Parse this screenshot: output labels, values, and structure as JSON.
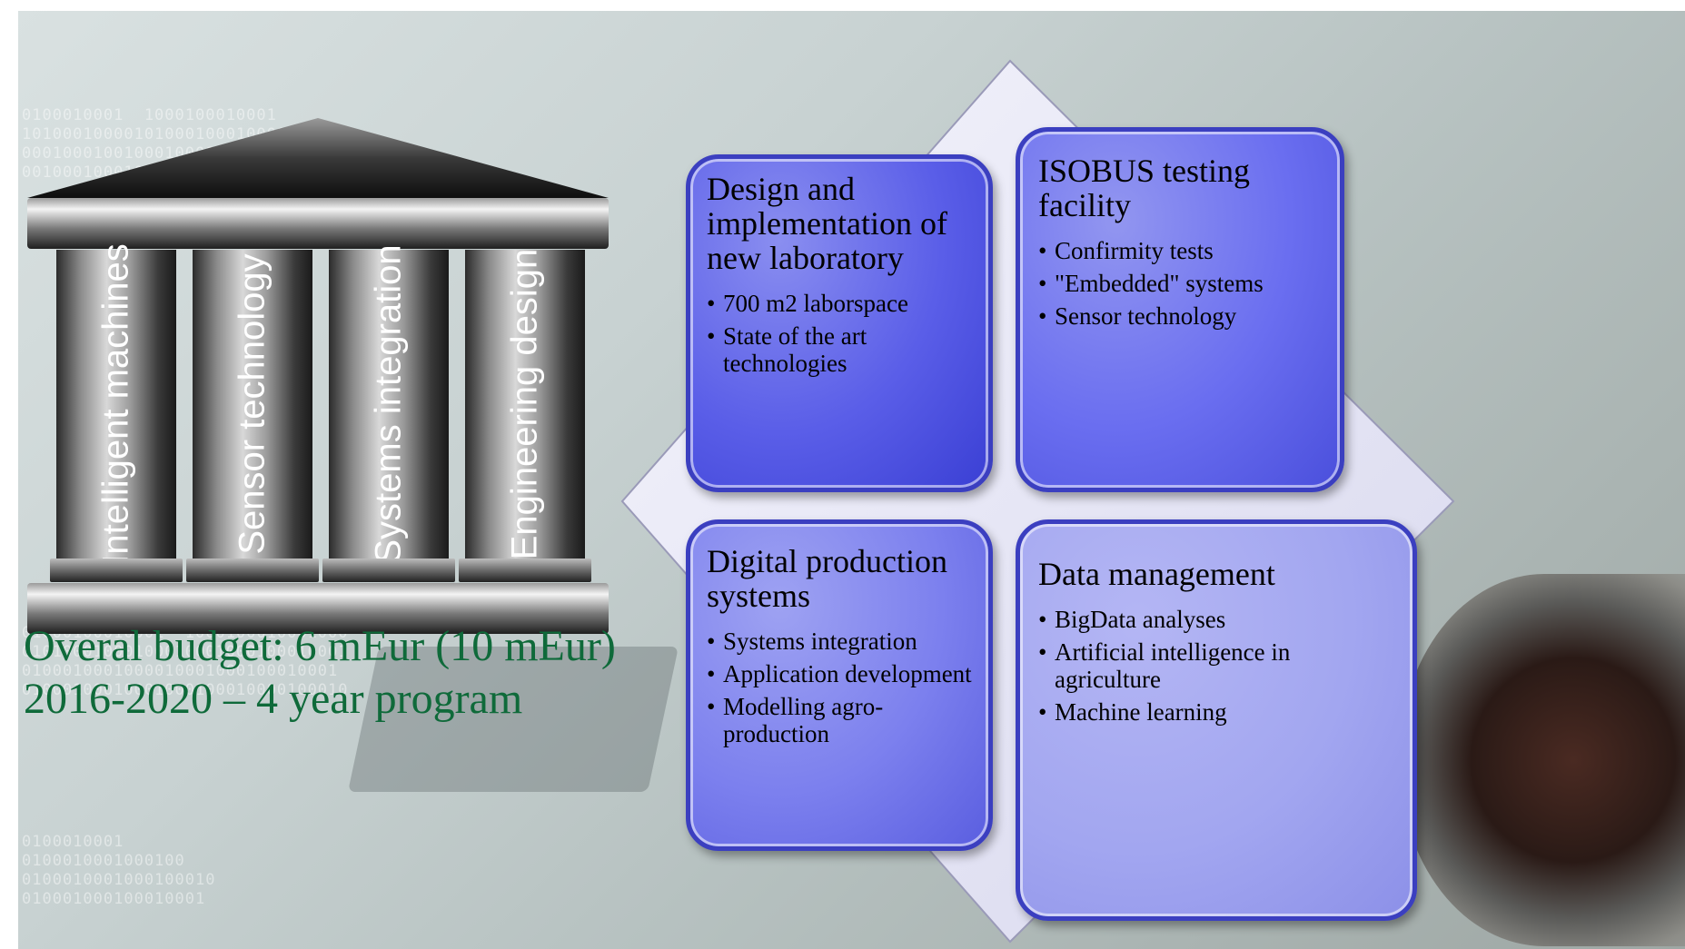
{
  "pillars": {
    "columns": [
      "Intelligent machines",
      "Sensor technology",
      "Systems integration",
      "Engineering design"
    ]
  },
  "budget": {
    "line1": "Overal budget: 6 mEur (10 mEur)",
    "line2": "2016-2020 – 4 year program"
  },
  "quadrants": [
    {
      "title": "Design  and implementation of new laboratory",
      "items": [
        "700 m2 laborspace",
        "State of the art technologies"
      ]
    },
    {
      "title": "ISOBUS testing facility",
      "items": [
        "Confirmity tests",
        "\"Embedded\" systems",
        "Sensor technology"
      ]
    },
    {
      "title": "Digital production systems",
      "items": [
        "Systems integration",
        "Application development",
        "Modelling agro-production"
      ]
    },
    {
      "title": "Data management",
      "items": [
        "BigData analyses",
        "Artificial intelligence in agriculture",
        "Machine learning"
      ]
    }
  ],
  "colors": {
    "budget_text": "#0f6a3a",
    "box_border": "#3b3fc0",
    "diamond_fill": "#e8e8f8"
  }
}
